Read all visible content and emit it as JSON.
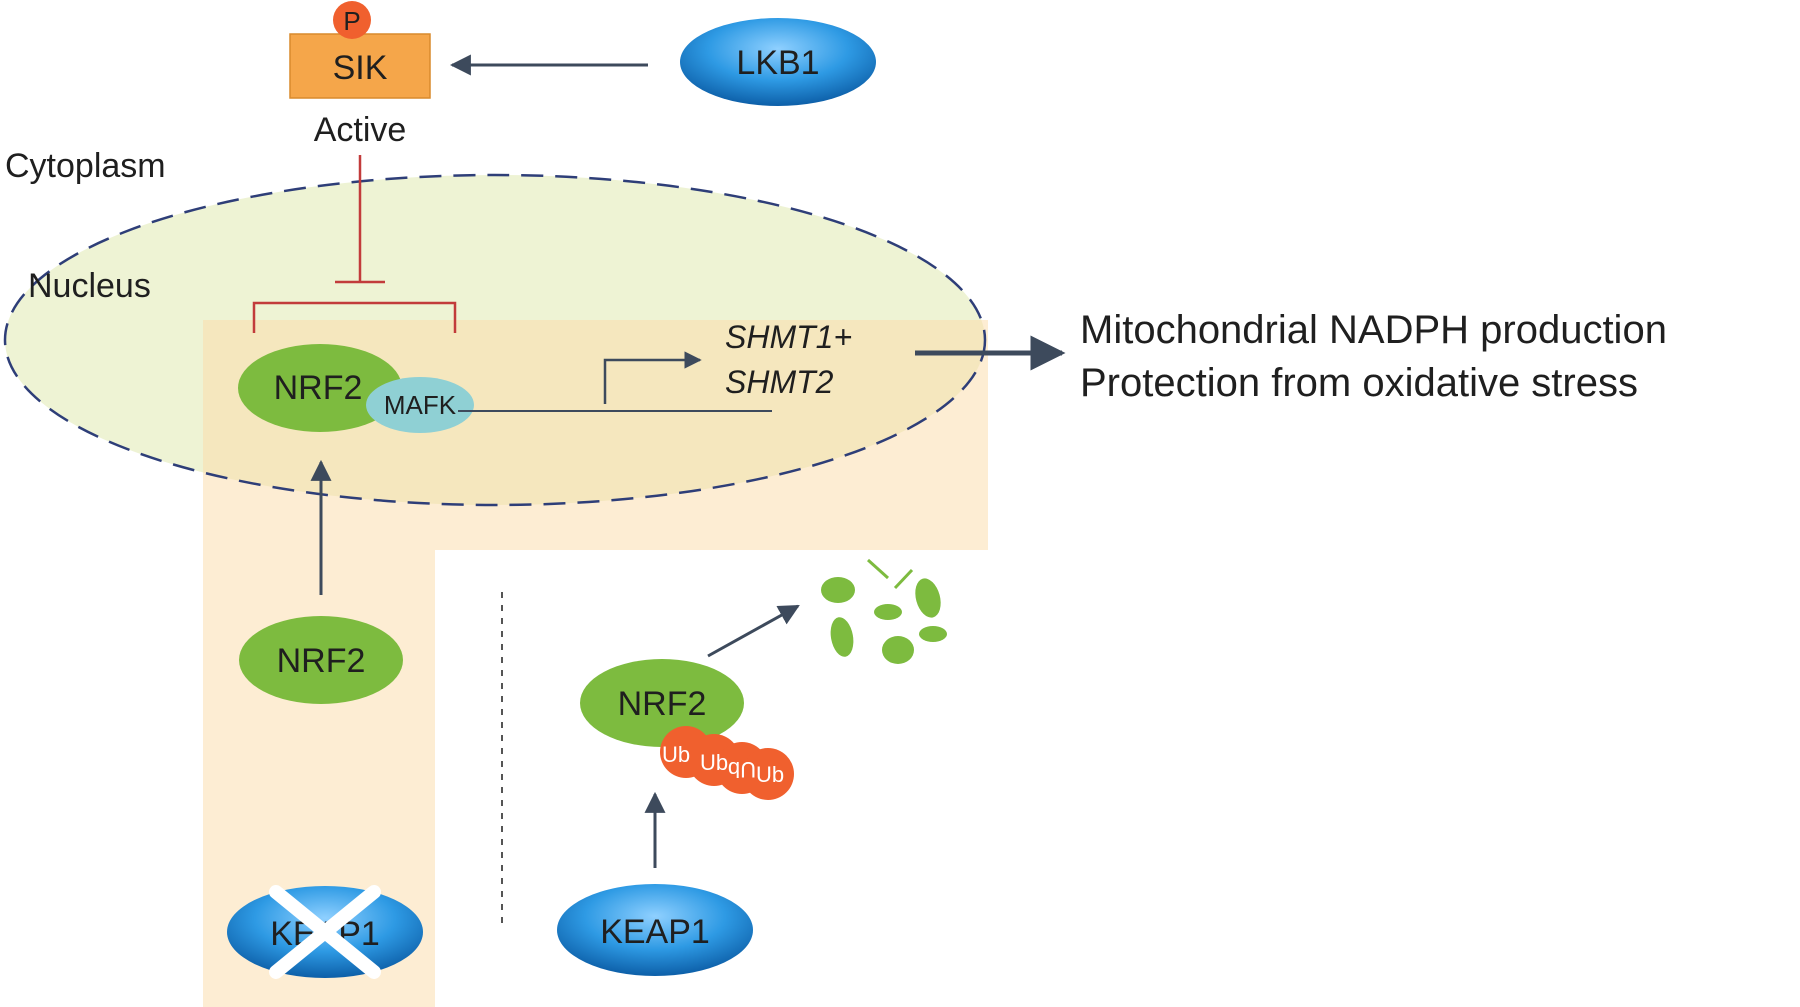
{
  "labels": {
    "cytoplasm": "Cytoplasm",
    "nucleus": "Nucleus",
    "active": "Active"
  },
  "proteins": {
    "sik": "SIK",
    "phospho": "P",
    "lkb1": "LKB1",
    "nrf2_nuclear": "NRF2",
    "mafk": "MAFK",
    "nrf2_cytoplasm": "NRF2",
    "nrf2_ubiquitinated": "NRF2",
    "keap1_mutant": "KEAP1",
    "keap1": "KEAP1"
  },
  "ubiquitin": [
    "Ub",
    "Ub",
    "Ub",
    "Ub"
  ],
  "genes": {
    "line1": "SHMT1+",
    "line2": "SHMT2"
  },
  "outcomes": {
    "line1": "Mitochondrial NADPH production",
    "line2": "Protection from oxidative stress"
  },
  "colors": {
    "nrf2_green": "#7dbb3f",
    "mafk_teal": "#8fd0d4",
    "sik_orange": "#f5a64a",
    "phospho_red": "#f0602e",
    "lkb1_blue": "#1e8fdc",
    "nucleus_fill": "#eef3d4",
    "highlight_band": "#fde9cc",
    "inhibition_red": "#c23b3b",
    "arrow_gray": "#3d4a5c"
  }
}
